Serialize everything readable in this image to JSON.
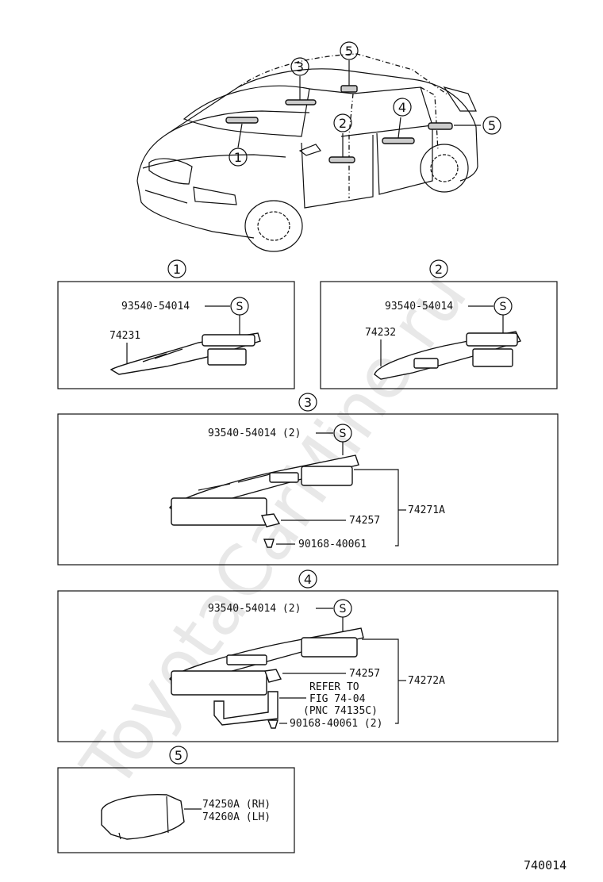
{
  "watermark": "ToyotaCarMine.ru",
  "figure_code": "740014",
  "overview": {
    "callouts": [
      "1",
      "2",
      "3",
      "4",
      "5",
      "5"
    ]
  },
  "panels": [
    {
      "id": "1",
      "labels": [
        "93540-54014",
        "S",
        "74231"
      ]
    },
    {
      "id": "2",
      "labels": [
        "93540-54014",
        "S",
        "74232"
      ]
    },
    {
      "id": "3",
      "labels": [
        "93540-54014 (2)",
        "S",
        "74257",
        "90168-40061",
        "74271A"
      ]
    },
    {
      "id": "4",
      "labels": [
        "93540-54014 (2)",
        "S",
        "74257",
        "REFER TO",
        "FIG 74-04",
        "(PNC 74135C)",
        "90168-40061 (2)",
        "74272A"
      ]
    },
    {
      "id": "5",
      "labels": [
        "74250A (RH)",
        "74260A (LH)"
      ]
    }
  ]
}
